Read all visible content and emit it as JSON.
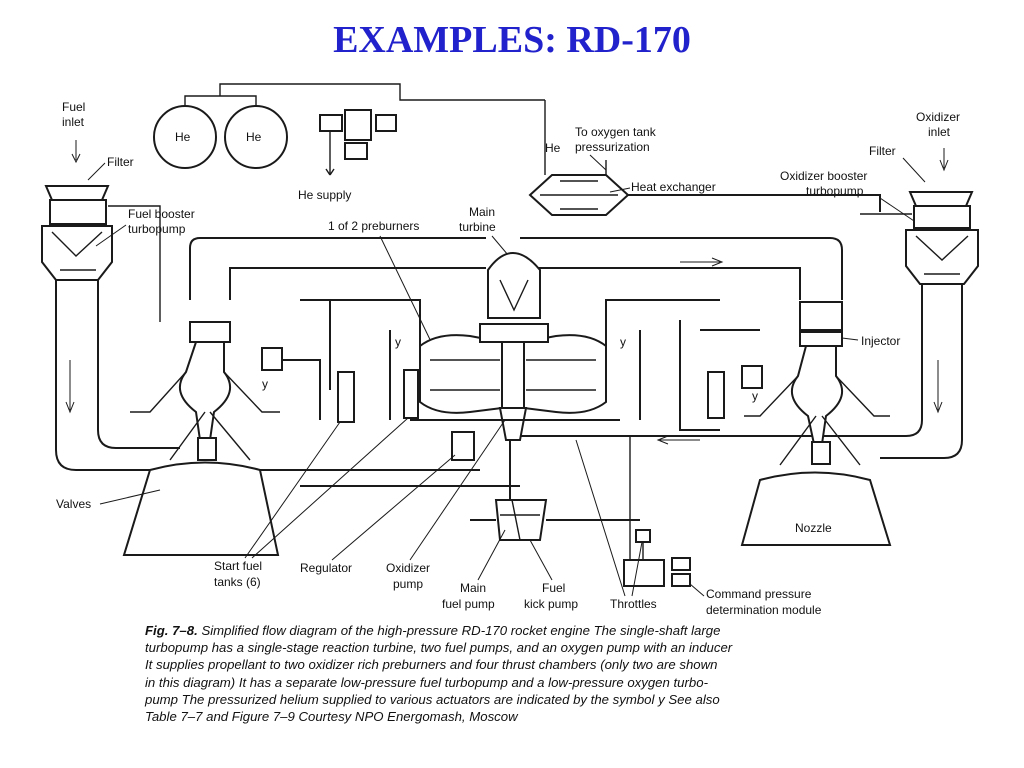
{
  "slide": {
    "title": "EXAMPLES: RD-170"
  },
  "diagram": {
    "labels": {
      "fuel_inlet_1": "Fuel",
      "fuel_inlet_2": "inlet",
      "filter_left": "Filter",
      "he_left": "He",
      "he_right": "He",
      "he_supply": "He supply",
      "he_top": "He",
      "to_oxygen_1": "To oxygen tank",
      "to_oxygen_2": "pressurization",
      "heat_exchanger": "Heat exchanger",
      "oxidizer_inlet_1": "Oxidizer",
      "oxidizer_inlet_2": "inlet",
      "filter_right": "Filter",
      "ox_booster_1": "Oxidizer booster",
      "ox_booster_2": "turbopump",
      "fuel_booster_1": "Fuel booster",
      "fuel_booster_2": "turbopump",
      "preburners": "1 of 2 preburners",
      "main_turbine_1": "Main",
      "main_turbine_2": "turbine",
      "injector": "Injector",
      "valves": "Valves",
      "nozzle": "Nozzle",
      "start_tanks_1": "Start fuel",
      "start_tanks_2": "tanks (6)",
      "regulator": "Regulator",
      "oxidizer_pump_1": "Oxidizer",
      "oxidizer_pump_2": "pump",
      "main_fuel_pump_1": "Main",
      "main_fuel_pump_2": "fuel pump",
      "fuel_kick_pump_1": "Fuel",
      "fuel_kick_pump_2": "kick pump",
      "throttles": "Throttles",
      "command_1": "Command pressure",
      "command_2": "determination module",
      "y_symbol": "y"
    }
  },
  "caption": {
    "figure_number": "Fig. 7–8.",
    "lines": [
      "Simplified flow diagram of the high-pressure RD-170 rocket engine  The single-shaft large",
      "turbopump has a single-stage reaction turbine, two fuel pumps, and an oxygen pump with an inducer",
      "It supplies propellant to two oxidizer rich preburners and four thrust chambers (only two are shown",
      "in this diagram)  It has a separate low-pressure fuel turbopump and a low-pressure oxygen turbo-",
      "pump  The pressurized helium supplied to various actuators are indicated by the symbol y  See also",
      "Table 7–7 and Figure 7–9  Courtesy NPO Energomash, Moscow"
    ]
  }
}
